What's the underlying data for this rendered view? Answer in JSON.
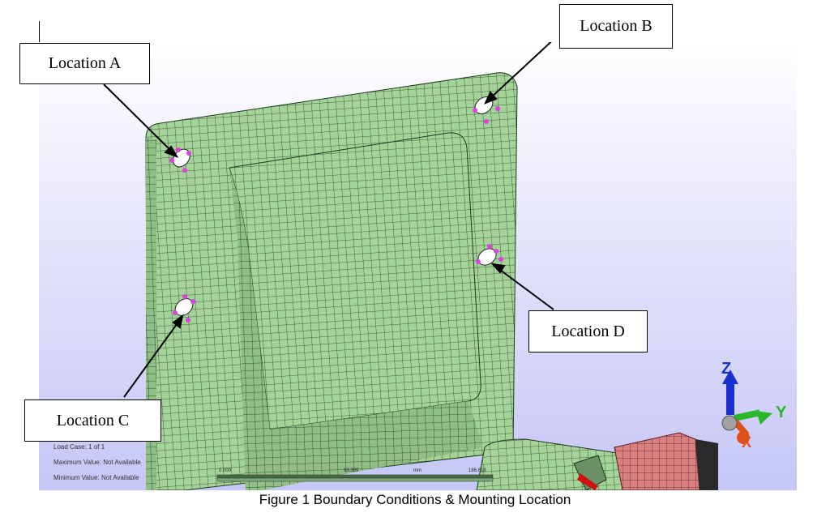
{
  "callouts": {
    "a": "Location A",
    "b": "Location B",
    "c": "Location C",
    "d": "Location D"
  },
  "viewer_info": {
    "load_case": "Load Case:  1 of 1",
    "max_value": "Maximum Value: Not Available",
    "min_value": "Minimum Value: Not Available"
  },
  "scale_bar": {
    "start": "0.000",
    "mid": "93.309",
    "unit": "mm",
    "end": "186.618"
  },
  "triad": {
    "z": "Z",
    "y": "Y",
    "x": "X"
  },
  "caption": "Figure 1 Boundary Conditions & Mounting Location",
  "colors": {
    "mesh_fill": "#9fcf94",
    "mesh_line": "#1f3a1f",
    "constraint": "#e040e0",
    "z_axis": "#1a2fd0",
    "y_axis": "#2ab82a",
    "x_axis": "#e0501a",
    "block": "#d87a7a"
  }
}
